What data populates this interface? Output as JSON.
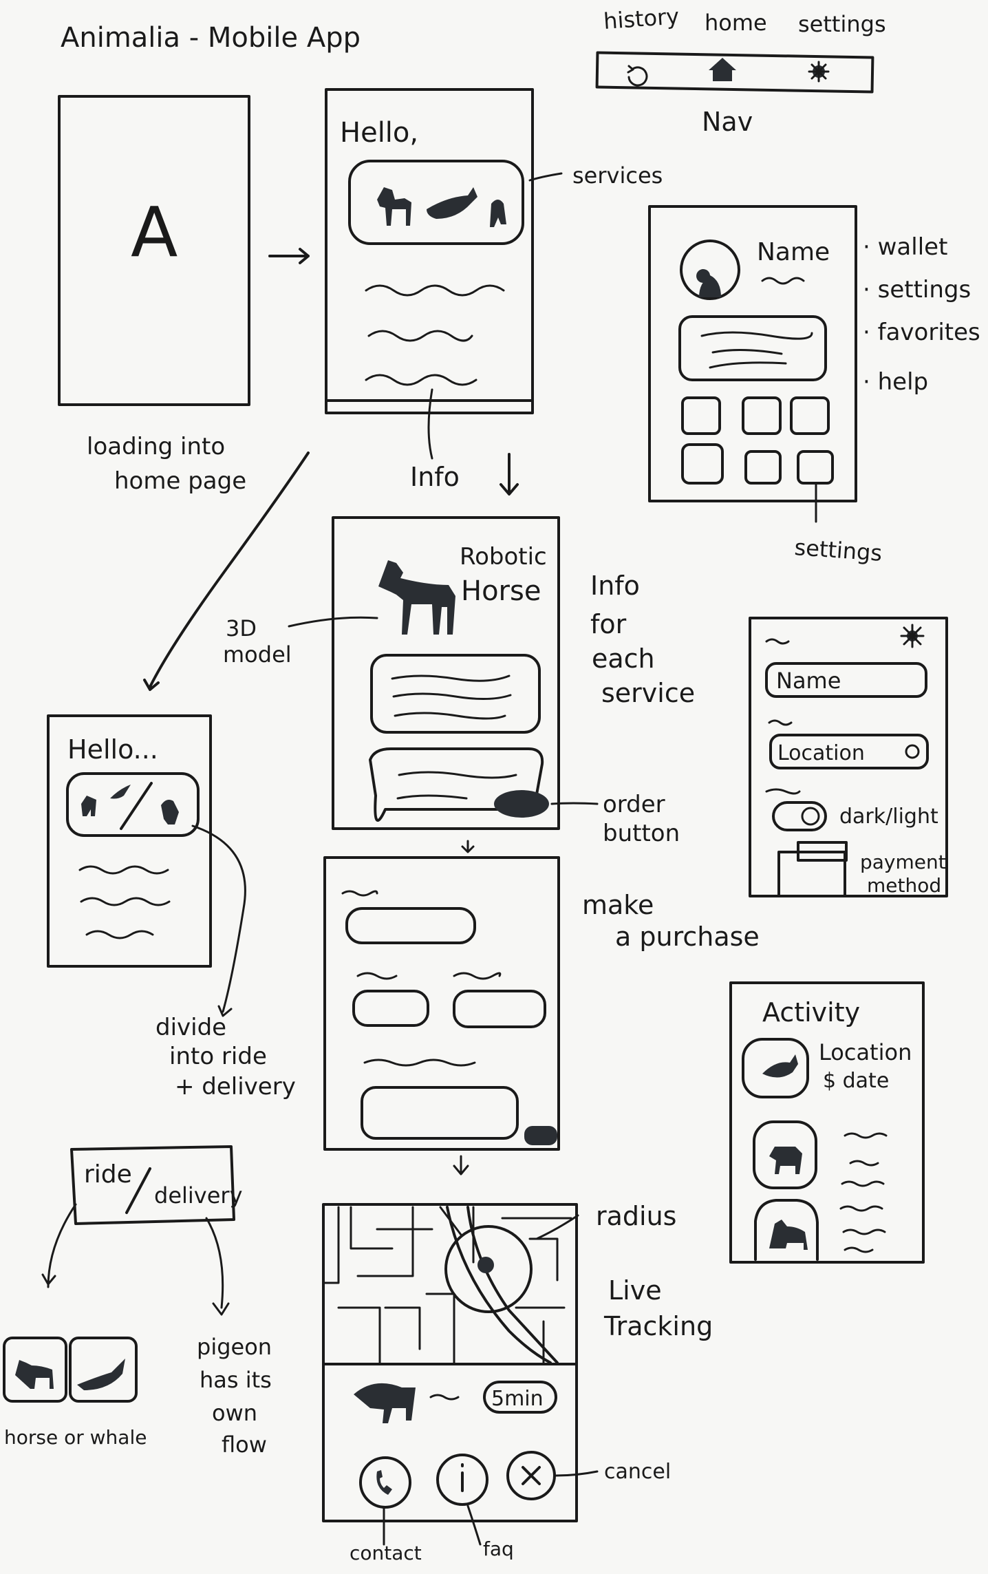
{
  "title": "Animalia - Mobile App",
  "nav": {
    "labels": [
      "history",
      "home",
      "settings"
    ],
    "caption": "Nav",
    "icons": [
      "history-icon",
      "home-icon",
      "settings-gear-icon"
    ]
  },
  "screens": {
    "loading": {
      "logo_letter": "A",
      "caption_line1": "loading into",
      "caption_line2": "home page"
    },
    "home": {
      "greeting": "Hello,",
      "services_label": "services",
      "info_label": "Info"
    },
    "profile": {
      "name": "Name",
      "menu": [
        "· wallet",
        "· settings",
        "· favorites",
        "· help"
      ],
      "settings_label": "settings"
    },
    "info": {
      "title_line1": "Robotic",
      "title_line2": "Horse",
      "model_label_line1": "3D",
      "model_label_line2": "model",
      "side_label": [
        "Info",
        "for",
        "each",
        "service"
      ],
      "order_label_line1": "order",
      "order_label_line2": "button"
    },
    "settings_screen": {
      "name_field": "Name",
      "location_field": "Location",
      "toggle_label": "dark/light",
      "payment_line1": "payment",
      "payment_line2": "method"
    },
    "hello_split": {
      "greeting": "Hello...",
      "note_line1": "divide",
      "note_line2": "into ride",
      "note_line3": "+ delivery"
    },
    "purchase": {
      "label_line1": "make",
      "label_line2": "a purchase"
    },
    "activity": {
      "title": "Activity",
      "location": "Location",
      "price_date": "$     date"
    },
    "ride_delivery": {
      "ride": "ride",
      "delivery": "delivery",
      "horse_whale": "horse or whale",
      "pigeon": [
        "pigeon",
        "has its",
        "own",
        "flow"
      ]
    },
    "tracking": {
      "radius_label": "radius",
      "label_line1": "Live",
      "label_line2": "Tracking",
      "eta": "5min",
      "cancel_label": "cancel",
      "contact_label": "contact",
      "faq_label": "faq"
    }
  }
}
